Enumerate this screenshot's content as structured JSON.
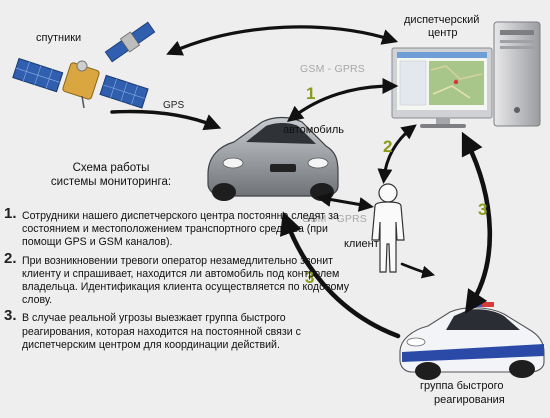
{
  "labels": {
    "satellites": "спутники",
    "dispatch_line1": "диспетчерский",
    "dispatch_line2": "центр",
    "car": "автомобиль",
    "client": "клиент",
    "rapid_line1": "группа быстрого",
    "rapid_line2": "реагирования",
    "gps": "GPS",
    "gsm_top": "GSM - GPRS",
    "gsm_mid": "GSM - GPRS"
  },
  "arrow_numbers": [
    "1",
    "2",
    "3",
    "3"
  ],
  "colors": {
    "background": "#eeeeee",
    "arrow": "#111111",
    "arrow_number": "#8a9a1a",
    "gsm_text": "#a8a8a8"
  },
  "scheme_title": {
    "line1": "Схема работы",
    "line2": "системы мониторинга:"
  },
  "steps": [
    {
      "number": "1.",
      "text": "Сотрудники нашего диспетчерского центра постоянно следят за состоянием и местоположением транспортного средства (при помощи GPS и GSM каналов)."
    },
    {
      "number": "2.",
      "text": "При возникновении тревоги оператор незамедлительно звонит клиенту и спрашивает, находится ли автомобиль под контролем владельца. Идентификация клиента осуществляется по кодовому слову."
    },
    {
      "number": "3.",
      "text": "В случае реальной угрозы выезжает группа быстрого реагирования, которая находится на постоянной связи с диспетчерским центром для координации действий."
    }
  ],
  "icons": {
    "satellite": "satellite-icon",
    "computer": "computer-icon",
    "car": "car-icon",
    "person": "person-icon",
    "police_car": "police-car-icon"
  }
}
